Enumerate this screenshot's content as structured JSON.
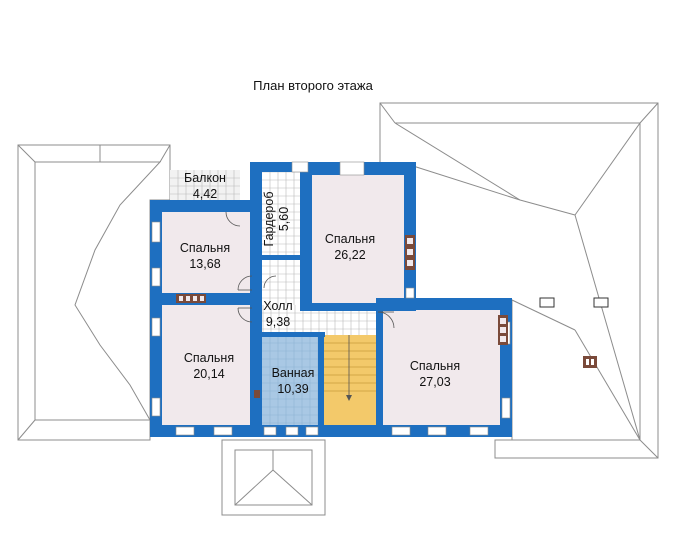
{
  "title": "План второго этажа",
  "rooms": {
    "balcony": {
      "name": "Балкон",
      "area": "4,42"
    },
    "wardrobe": {
      "name": "Гардероб",
      "area": "5,60"
    },
    "bedroom_nw": {
      "name": "Спальня",
      "area": "13,68"
    },
    "bedroom_n": {
      "name": "Спальня",
      "area": "26,22"
    },
    "hall": {
      "name": "Холл",
      "area": "9,38"
    },
    "bedroom_sw": {
      "name": "Спальня",
      "area": "20,14"
    },
    "bathroom": {
      "name": "Ванная",
      "area": "10,39"
    },
    "bedroom_e": {
      "name": "Спальня",
      "area": "27,03"
    }
  },
  "colors": {
    "wall": "#1e6fc0",
    "room_floor": "#f1e9ec",
    "bathroom_floor": "#a9c8e4",
    "stairs": "#f3c96a",
    "roof_line": "#8c8c8c",
    "chimney": "#7a4a3a"
  }
}
